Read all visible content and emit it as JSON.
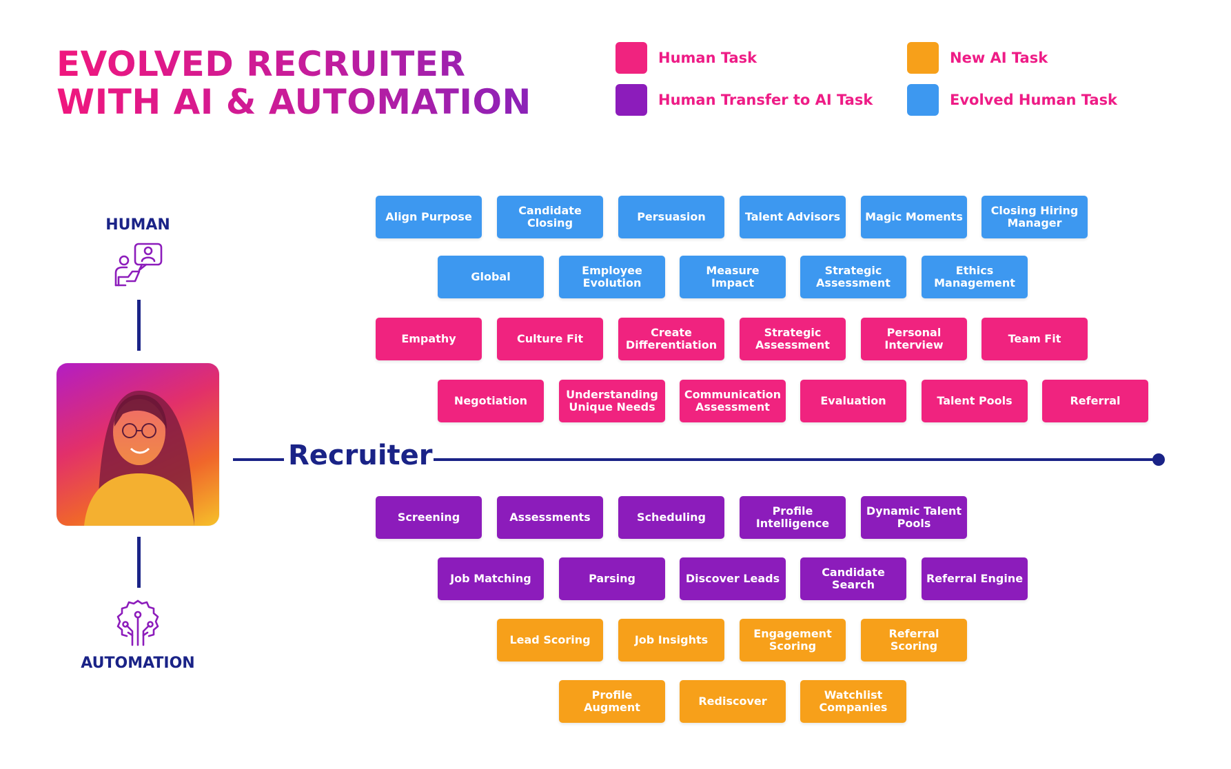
{
  "title": {
    "line1": "EVOLVED RECRUITER",
    "line2": "WITH AI & AUTOMATION"
  },
  "legend": [
    {
      "label": "Human Task",
      "color": "#f0237f"
    },
    {
      "label": "New AI Task",
      "color": "#f7a01a"
    },
    {
      "label": "Human Transfer to AI Task",
      "color": "#8c1cbb"
    },
    {
      "label": "Evolved Human Task",
      "color": "#3d98f0"
    }
  ],
  "left": {
    "human_label": "HUMAN",
    "automation_label": "AUTOMATION"
  },
  "center_label": "Recruiter",
  "tasks": {
    "evolved_human": {
      "row1": [
        "Align Purpose",
        "Candidate\nClosing",
        "Persuasion",
        "Talent Advisors",
        "Magic Moments",
        "Closing Hiring\nManager"
      ],
      "row2": [
        "Global",
        "Employee\nEvolution",
        "Measure\nImpact",
        "Strategic\nAssessment",
        "Ethics\nManagement"
      ]
    },
    "human": {
      "row1": [
        "Empathy",
        "Culture Fit",
        "Create\nDifferentiation",
        "Strategic\nAssessment",
        "Personal\nInterview",
        "Team Fit"
      ],
      "row2": [
        "Negotiation",
        "Understanding\nUnique Needs",
        "Communication\nAssessment",
        "Evaluation",
        "Talent Pools",
        "Referral"
      ]
    },
    "transfer_to_ai": {
      "row1": [
        "Screening",
        "Assessments",
        "Scheduling",
        "Profile\nIntelligence",
        "Dynamic Talent\nPools"
      ],
      "row2": [
        "Job Matching",
        "Parsing",
        "Discover Leads",
        "Candidate\nSearch",
        "Referral Engine"
      ]
    },
    "new_ai": {
      "row1": [
        "Lead Scoring",
        "Job Insights",
        "Engagement\nScoring",
        "Referral Scoring"
      ],
      "row2": [
        "Profile Augment",
        "Rediscover",
        "Watchlist\nCompanies"
      ]
    }
  }
}
